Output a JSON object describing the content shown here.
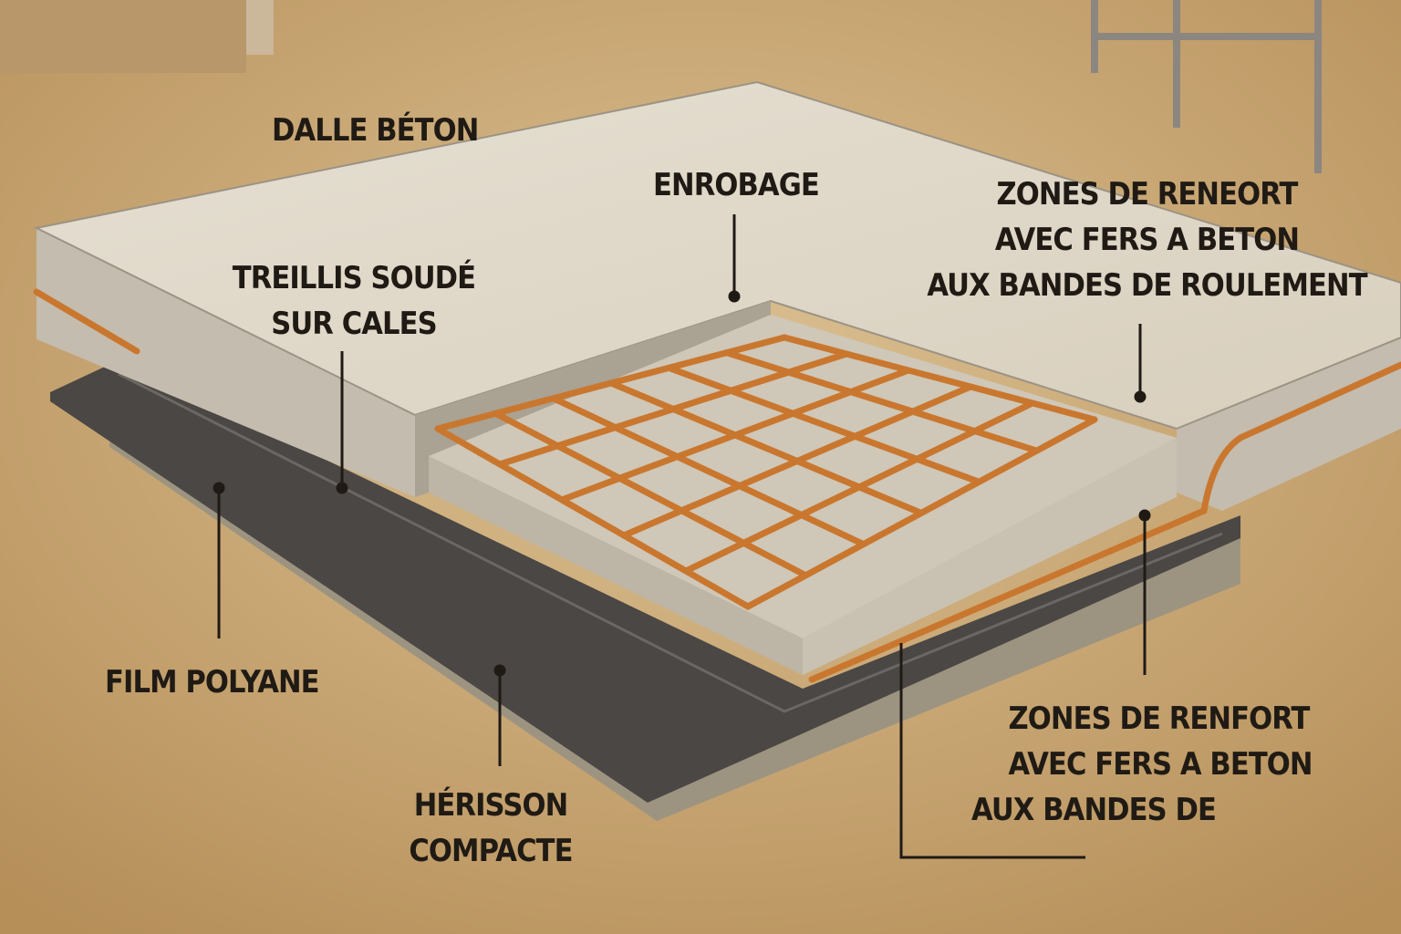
{
  "labels": {
    "dalle": "DALLE BÉTON",
    "enrobage": "ENROBAGE",
    "zones_top": [
      "ZONES DE RENEORT",
      "AVEC FERS A BETON",
      "AUX BANDES DE ROULEMENT"
    ],
    "treillis": [
      "TREILLIS SOUDÉ",
      "SUR CALES"
    ],
    "film": "FILM POLYANE",
    "herisson": [
      "HÉRISSON",
      "COMPACTE"
    ],
    "zones_bottom": [
      "ZONES DE RENFORT",
      "AVEC FERS A BETON",
      "AUX BANDES DE"
    ]
  },
  "colors": {
    "sand": "#c8a673",
    "concrete": "#ddd6c8",
    "polyane": "#4a4744",
    "rebar": "#c9772e",
    "leader": "#1f1a14"
  }
}
